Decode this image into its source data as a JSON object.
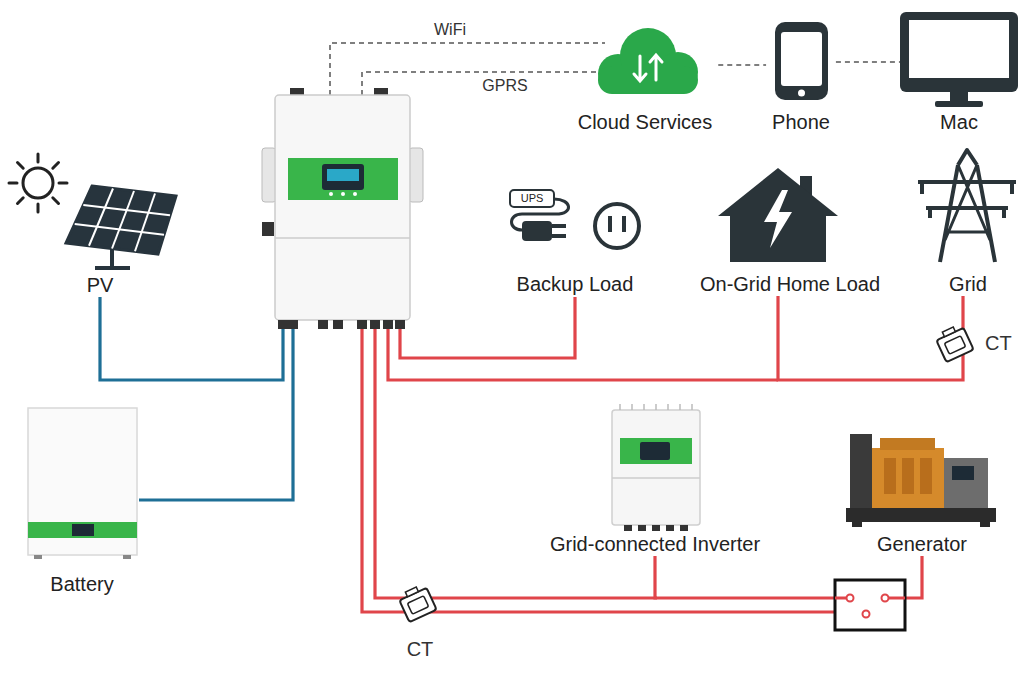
{
  "diagram": {
    "nodes": [
      {
        "text": [
          "Cloud Services"
        ]
      },
      {
        "text": [
          "Phone"
        ]
      },
      {
        "text": [
          "Mac"
        ]
      },
      {
        "text": [
          "PV"
        ]
      },
      {
        "text": [
          "Backup Load"
        ]
      },
      {
        "text": [
          "On-Grid Home Load"
        ]
      },
      {
        "text": [
          "Grid"
        ]
      },
      {
        "text": [
          "Battery"
        ]
      },
      {
        "text": [
          "Grid-connected Inverter"
        ]
      },
      {
        "text": [
          "Generator"
        ]
      }
    ],
    "edges": [
      {
        "from": 0,
        "to": 1,
        "arrow": "none"
      },
      {
        "from": 1,
        "to": 2,
        "arrow": "none"
      },
      {
        "from": 5,
        "to": 6,
        "arrow": "none"
      },
      {
        "from": 8,
        "to": 9,
        "arrow": "none"
      }
    ],
    "labels": [
      "WiFi",
      "GPRS",
      "UPS",
      "CT",
      "CT"
    ]
  }
}
